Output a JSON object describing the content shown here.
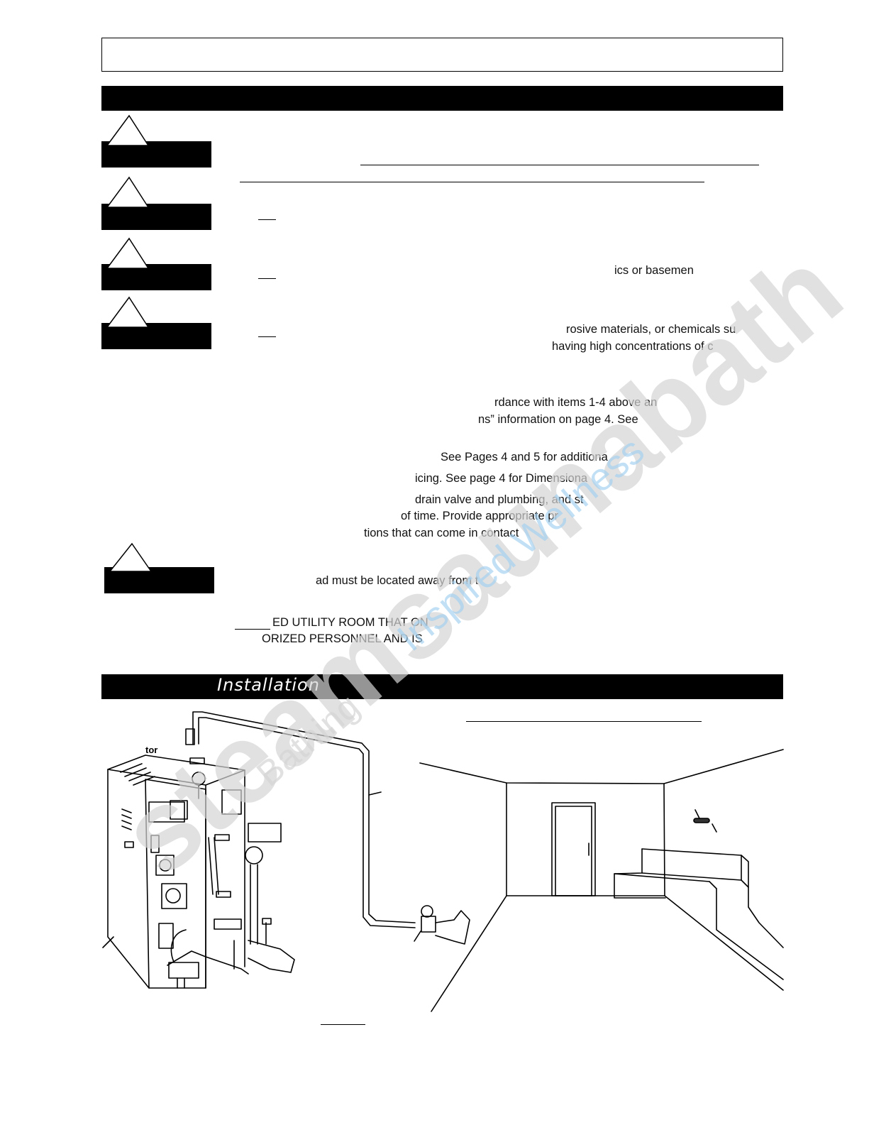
{
  "section2_title": "Installation",
  "fragments": {
    "f1": "ics or basemen",
    "f2": "rosive materials, or chemicals su",
    "f3": "having high concentrations of c",
    "f4": "rdance with items 1-4 above an",
    "f5": "ns” information on page 4. See",
    "f6": "See Pages 4 and 5 for additiona",
    "f7": "icing. See page 4 for Dimensiona",
    "f8": "drain valve and plumbing, and st",
    "f9": "of time. Provide appropriate pr",
    "f10": "tions that can come in contact",
    "f11": "ad must be located away from t",
    "f12": "ED UTILITY ROOM THAT ON",
    "f13": "ORIZED PERSONNEL AND IS"
  },
  "diagram": {
    "label_generator": "tor"
  },
  "watermark": {
    "brand": "steamsaunabath",
    "tagline": "Inspired Wellness",
    "sub": "Bathing"
  },
  "colors": {
    "bar": "#000000",
    "watermark_gray": "#d4d4d4",
    "watermark_blue": "#9fd0ef"
  }
}
